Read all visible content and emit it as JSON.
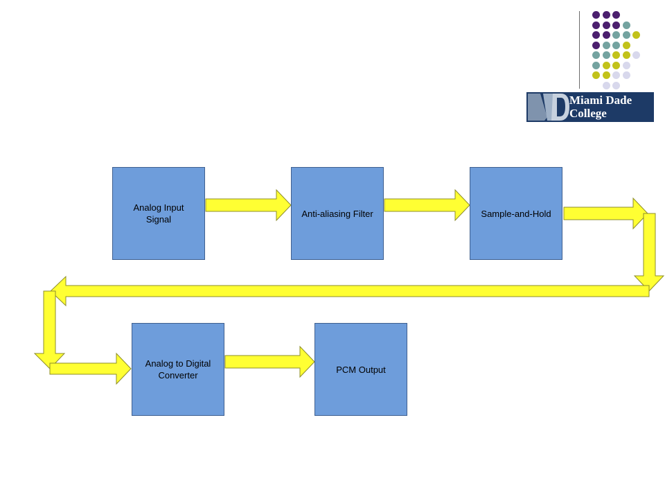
{
  "logo": {
    "text": "Miami Dade College"
  },
  "colors": {
    "block_fill": "#6e9ddb",
    "arrow_fill": "#ffff33",
    "dot_purple": "#4b1f6e",
    "dot_teal": "#74a3a0",
    "dot_olive": "#c2c21a",
    "dot_lavender": "#d8d8ec"
  },
  "blocks": [
    {
      "id": "analog-input",
      "label": "Analog Input\nSignal"
    },
    {
      "id": "anti-aliasing",
      "label": "Anti-aliasing Filter"
    },
    {
      "id": "sample-hold",
      "label": "Sample-and-Hold"
    },
    {
      "id": "adc",
      "label": "Analog to Digital\nConverter"
    },
    {
      "id": "pcm-output",
      "label": "PCM Output"
    }
  ]
}
